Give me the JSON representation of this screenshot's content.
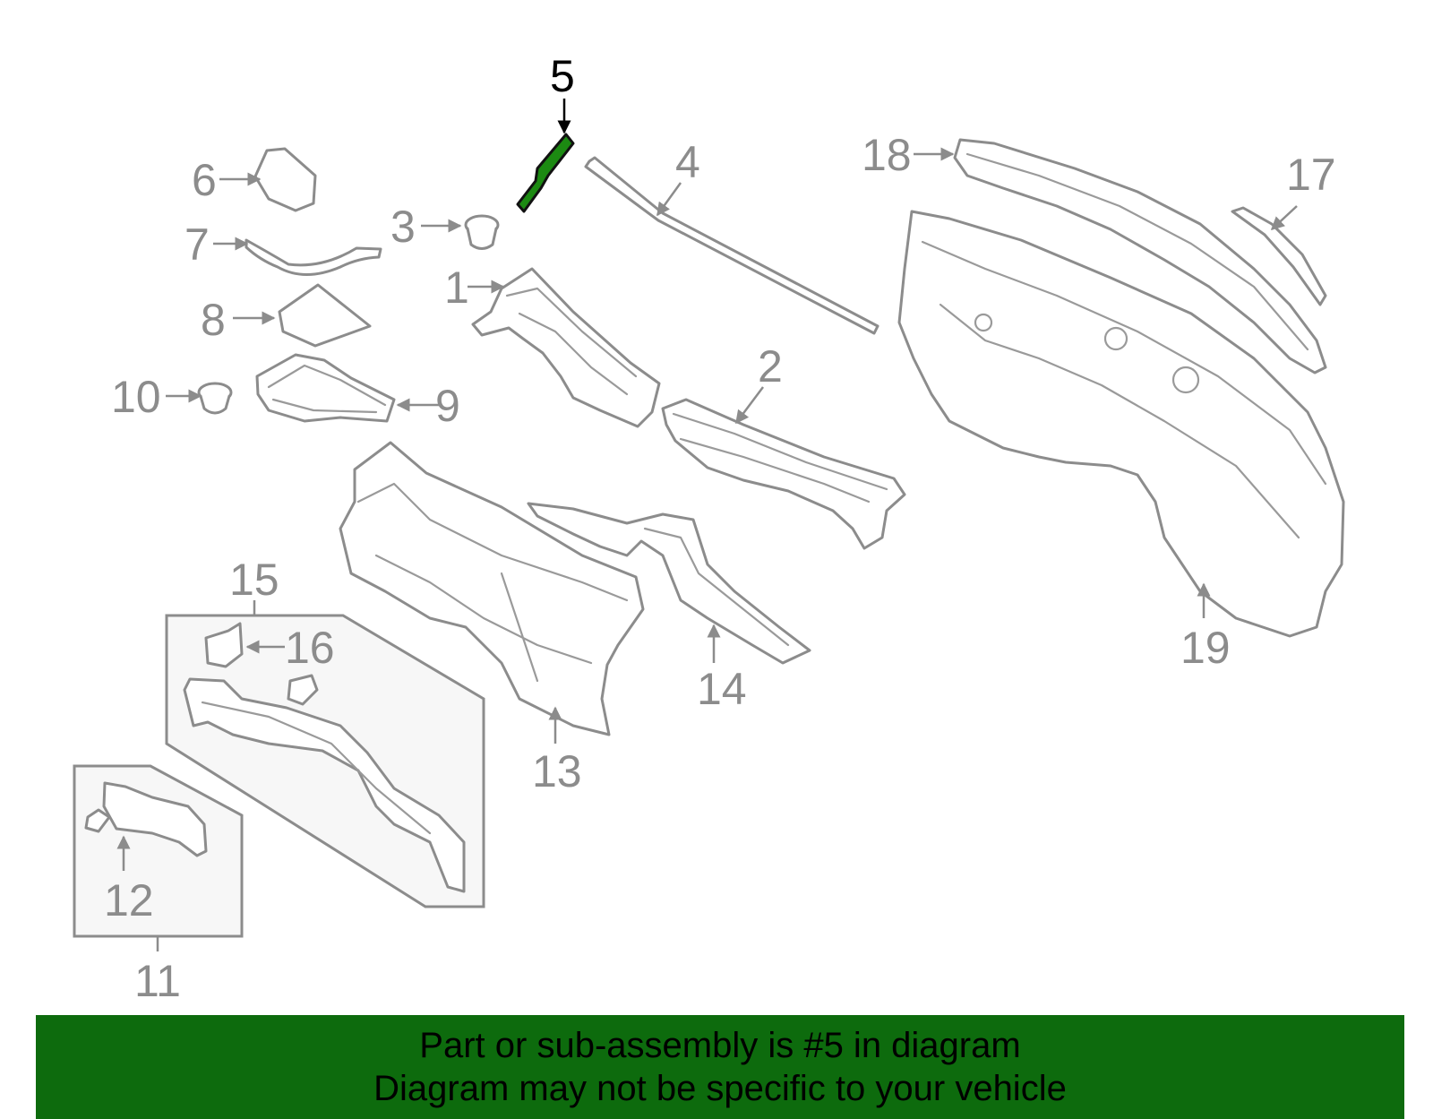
{
  "diagram": {
    "highlighted_part": "5",
    "highlight_color": "#1c8a12",
    "callouts": [
      "1",
      "2",
      "3",
      "4",
      "5",
      "6",
      "7",
      "8",
      "9",
      "10",
      "11",
      "12",
      "13",
      "14",
      "15",
      "16",
      "17",
      "18",
      "19"
    ]
  },
  "banner": {
    "background": "#0d6b0d",
    "line1": "Part or sub-assembly is #5 in diagram",
    "line2": "Diagram may not be specific to your vehicle"
  }
}
